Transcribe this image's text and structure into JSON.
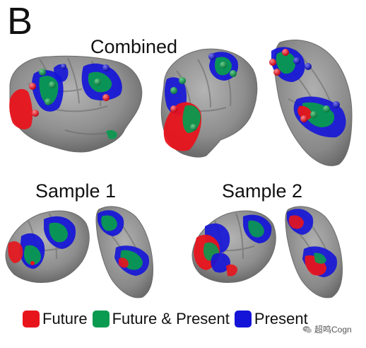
{
  "panel": {
    "letter": "B"
  },
  "views": {
    "combined": "Combined",
    "sample1": "Sample 1",
    "sample2": "Sample 2"
  },
  "legend": [
    {
      "label": "Future",
      "color": "#e8141c"
    },
    {
      "label": "Future & Present",
      "color": "#0a9a50"
    },
    {
      "label": "Present",
      "color": "#1414d8"
    }
  ],
  "colors": {
    "brain_surface": "#8d8d8d",
    "brain_shadow": "#5f5f5f",
    "future": "#e8141c",
    "both": "#0a9a50",
    "present": "#1414d8"
  },
  "watermark": {
    "text": "超鸣Cogn",
    "icon": "wechat-icon"
  }
}
